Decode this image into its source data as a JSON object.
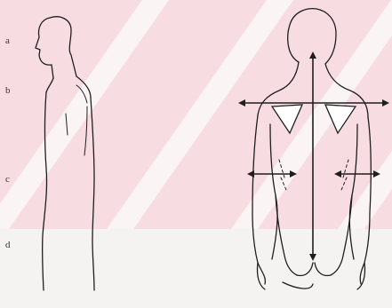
{
  "figure": {
    "labels": [
      "a",
      "b",
      "c",
      "d"
    ],
    "colors": {
      "stripe_pink": "#f7dde2",
      "stripe_white": "#fbf4f5",
      "outline": "#1f1f1f",
      "background_lower": "#f4f3f1"
    },
    "figures": [
      "side-view-body-outline",
      "back-view-body-outline"
    ],
    "arrows": [
      "vertical-spine-arrow",
      "horizontal-shoulder-arrow",
      "left-elbow-arrow",
      "right-elbow-arrow"
    ]
  }
}
